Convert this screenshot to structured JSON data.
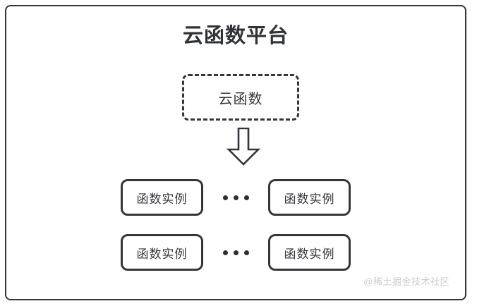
{
  "diagram": {
    "title": "云函数平台",
    "colors": {
      "stroke": "#33363b",
      "background": "#ffffff",
      "text": "#33363b",
      "watermark": "#c9cbce"
    },
    "cloud_function": {
      "label": "云函数",
      "border_style": "dashed"
    },
    "arrow": {
      "name": "down-block-arrow",
      "direction": "down",
      "style": "hollow-outline"
    },
    "instance_rows": [
      {
        "left": {
          "label": "函数实例"
        },
        "separator": {
          "label": "...",
          "dots": 3
        },
        "right": {
          "label": "函数实例"
        }
      },
      {
        "left": {
          "label": "函数实例"
        },
        "separator": {
          "label": "...",
          "dots": 3
        },
        "right": {
          "label": "函数实例"
        }
      }
    ],
    "watermark": "@稀土掘金技术社区"
  }
}
